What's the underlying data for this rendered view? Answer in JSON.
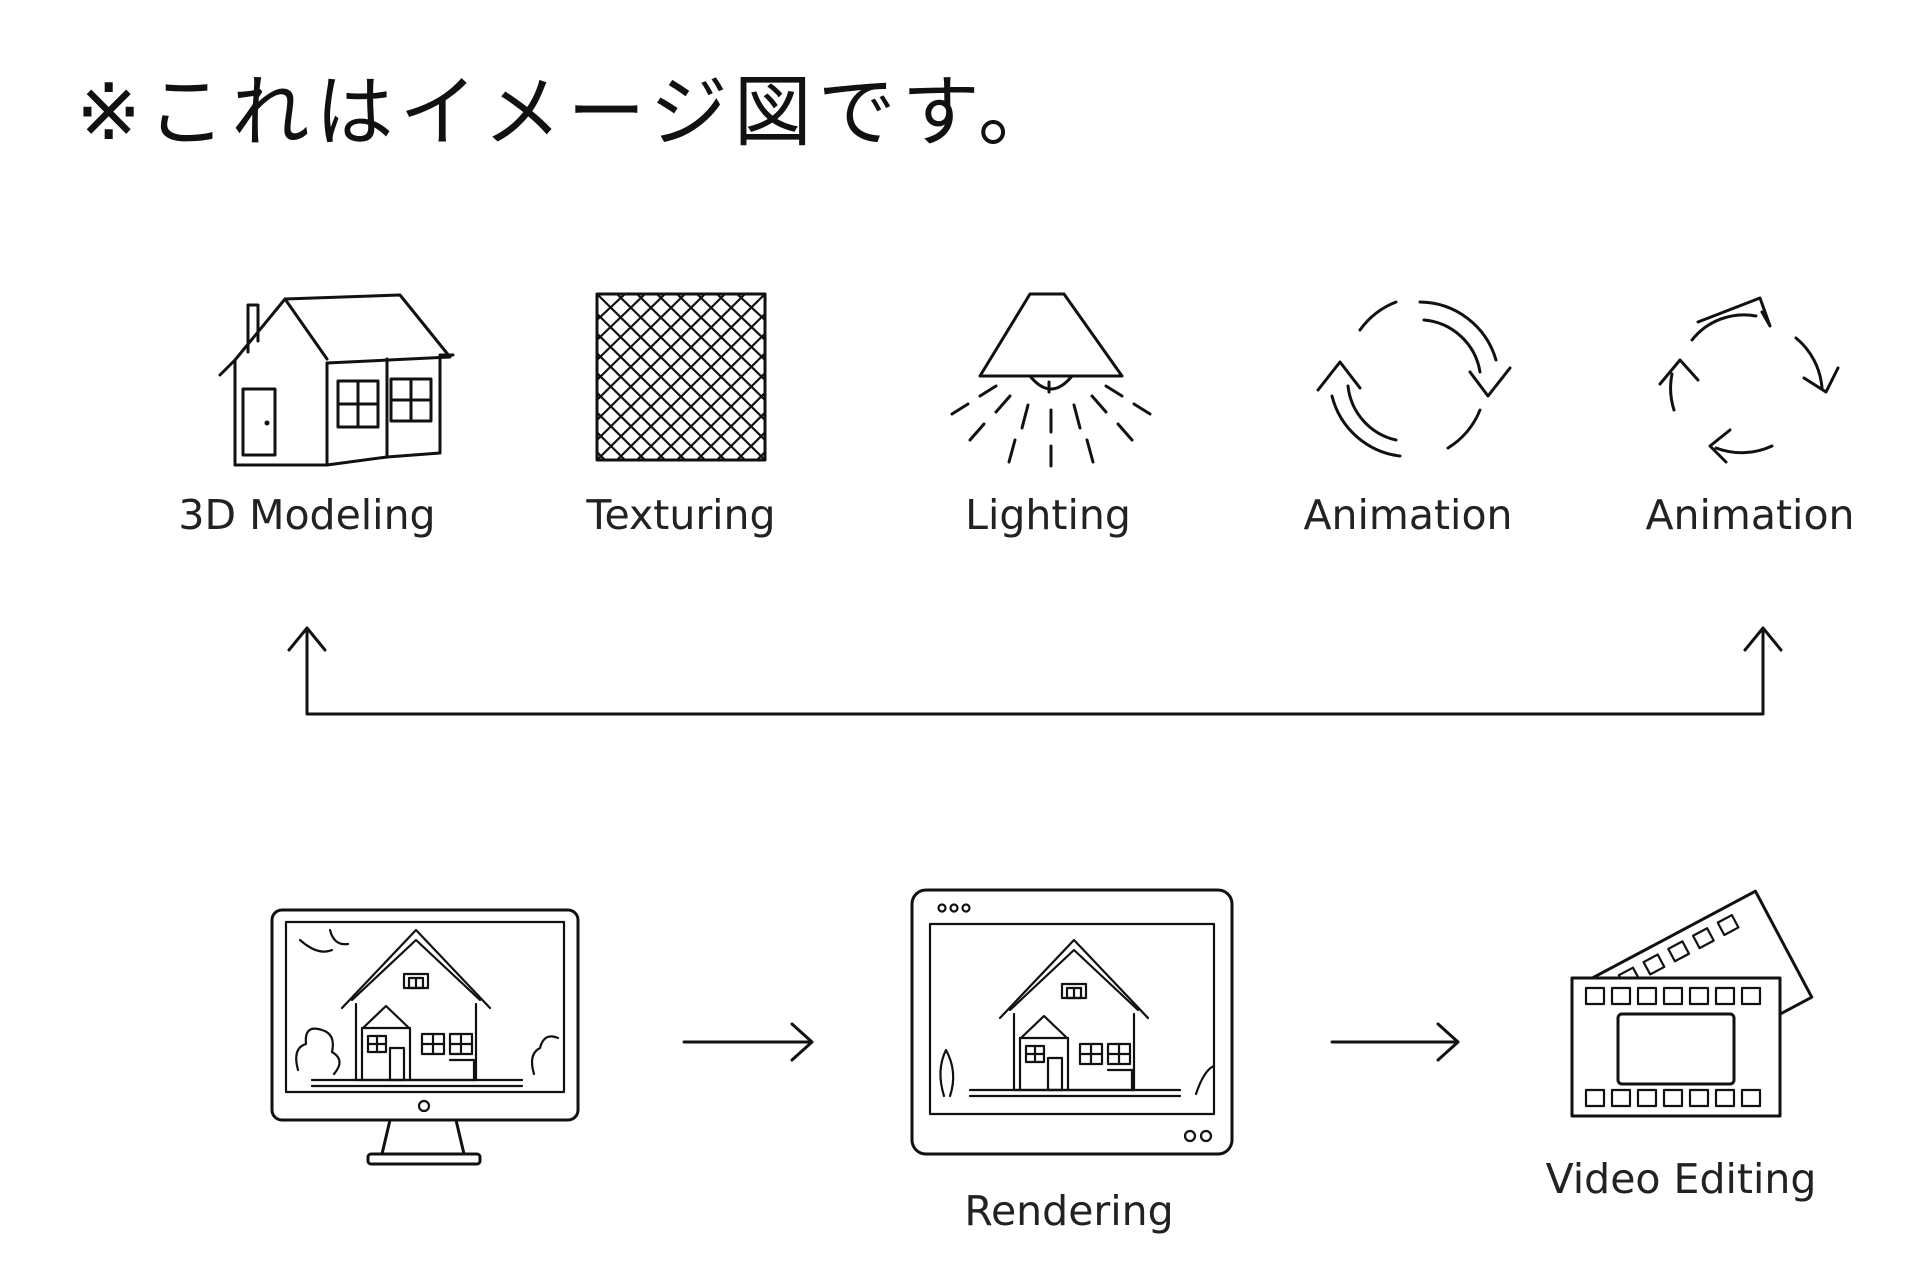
{
  "note": "※これはイメージ図です。",
  "steps": [
    {
      "label": "3D Modeling",
      "icon": "house-icon"
    },
    {
      "label": "Texturing",
      "icon": "crosshatch-grid-icon"
    },
    {
      "label": "Lighting",
      "icon": "ceiling-lamp-icon"
    },
    {
      "label": "Animation",
      "icon": "cycle-arrows-icon"
    },
    {
      "label": "Animation",
      "icon": "cycle-arrows-three-icon"
    }
  ],
  "pipeline": [
    {
      "label": "",
      "icon": "monitor-with-house-icon"
    },
    {
      "label": "Rendering",
      "icon": "tablet-with-house-icon"
    },
    {
      "label": "Video Editing",
      "icon": "film-strip-icon"
    }
  ],
  "colors": {
    "line": "#111111",
    "background": "#ffffff"
  }
}
